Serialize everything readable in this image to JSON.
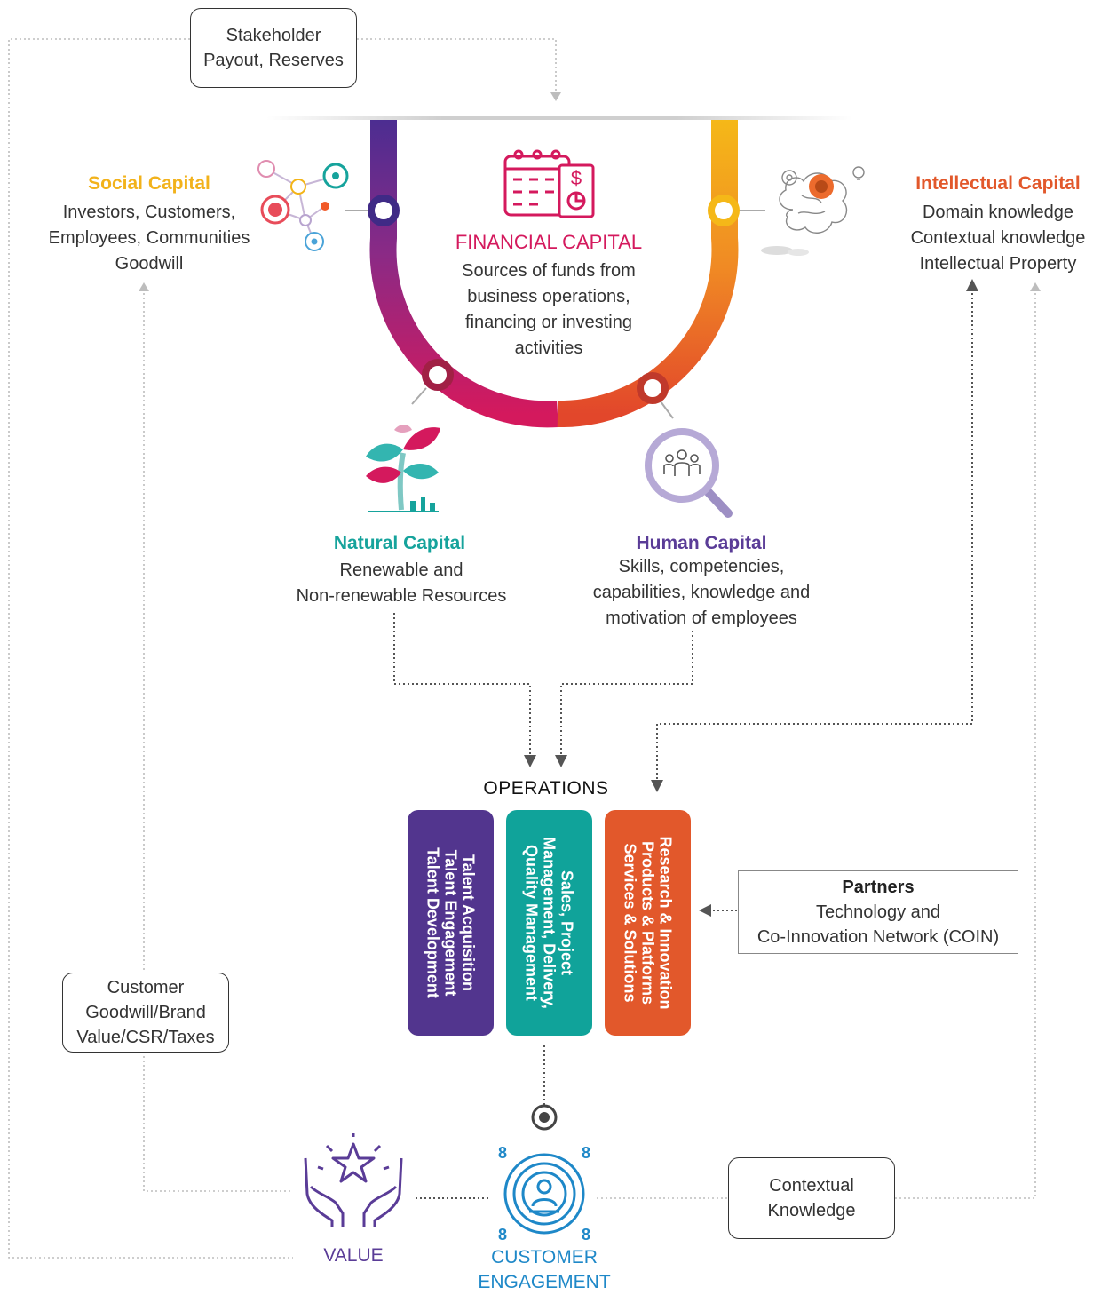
{
  "stakeholder_box": {
    "line1": "Stakeholder",
    "line2": "Payout, Reserves"
  },
  "financial": {
    "title": "FINANCIAL CAPITAL",
    "lines": [
      "Sources of funds from",
      "business operations,",
      "financing or investing",
      "activities"
    ]
  },
  "social": {
    "title": "Social Capital",
    "lines": [
      "Investors, Customers,",
      "Employees, Communities",
      "Goodwill"
    ]
  },
  "intellectual": {
    "title": "Intellectual Capital",
    "lines": [
      "Domain knowledge",
      "Contextual knowledge",
      "Intellectual Property"
    ]
  },
  "natural": {
    "title": "Natural Capital",
    "lines": [
      "Renewable and",
      "Non-renewable Resources"
    ]
  },
  "human": {
    "title": "Human Capital",
    "lines": [
      "Skills, competencies,",
      "capabilities, knowledge and",
      "motivation of employees"
    ]
  },
  "operations": {
    "title": "OPERATIONS",
    "pillars": [
      {
        "lines": [
          "Talent Acquisition",
          "Talent Engagement",
          "Talent Development"
        ]
      },
      {
        "lines": [
          "Sales, Project",
          "Management, Delivery,",
          "Quality Management"
        ]
      },
      {
        "lines": [
          "Research & Innovation",
          "Products & Platforms",
          "Services & Solutions"
        ]
      }
    ]
  },
  "partners": {
    "title": "Partners",
    "line1": "Technology and",
    "line2": "Co-Innovation Network (COIN)"
  },
  "customer_goodwill_box": {
    "lines": [
      "Customer",
      "Goodwill/Brand",
      "Value/CSR/Taxes"
    ]
  },
  "contextual_box": {
    "lines": [
      "Contextual",
      "Knowledge"
    ]
  },
  "value": {
    "label": "VALUE"
  },
  "customer_engagement": {
    "line1": "CUSTOMER",
    "line2": "ENGAGEMENT"
  },
  "colors": {
    "purple": "#52358e",
    "teal": "#10a39a",
    "orange": "#e2582b",
    "magenta": "#d4195d",
    "yellow": "#f3b417",
    "blue": "#1e88c8",
    "social_title": "#f2b21b",
    "intellectual_title": "#e2582b",
    "natural_title": "#16a39c",
    "human_title": "#5a3c97"
  }
}
